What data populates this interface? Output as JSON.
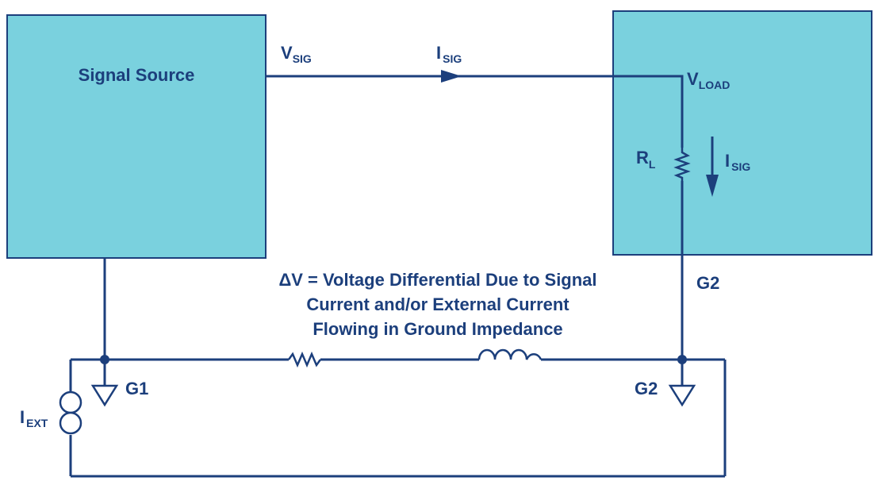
{
  "colors": {
    "box_fill": "#7ad1de",
    "box_stroke": "#1c3f7c",
    "wire": "#1c3f7c",
    "text": "#1c3f7c"
  },
  "source_box": {
    "title": "Signal Source"
  },
  "labels": {
    "vsig": {
      "main": "V",
      "sub": "SIG"
    },
    "isig_top": {
      "main": "I",
      "sub": "SIG"
    },
    "vload": {
      "main": "V",
      "sub": "LOAD"
    },
    "rl": {
      "main": "R",
      "sub": "L"
    },
    "isig_right": {
      "main": "I",
      "sub": "SIG"
    },
    "iext": {
      "main": "I",
      "sub": "EXT"
    },
    "g2_upper": "G2",
    "g1": "G1",
    "g2_lower": "G2"
  },
  "note": {
    "line1": "ΔV = Voltage Differential Due to Signal",
    "line2": "Current and/or External Current",
    "line3": "Flowing in Ground Impedance"
  },
  "icons": {
    "ground_g1": "ground-triangle-icon",
    "ground_g2": "ground-triangle-icon",
    "current_source": "current-source-icon",
    "resistor": "resistor-icon",
    "inductor": "inductor-icon"
  }
}
